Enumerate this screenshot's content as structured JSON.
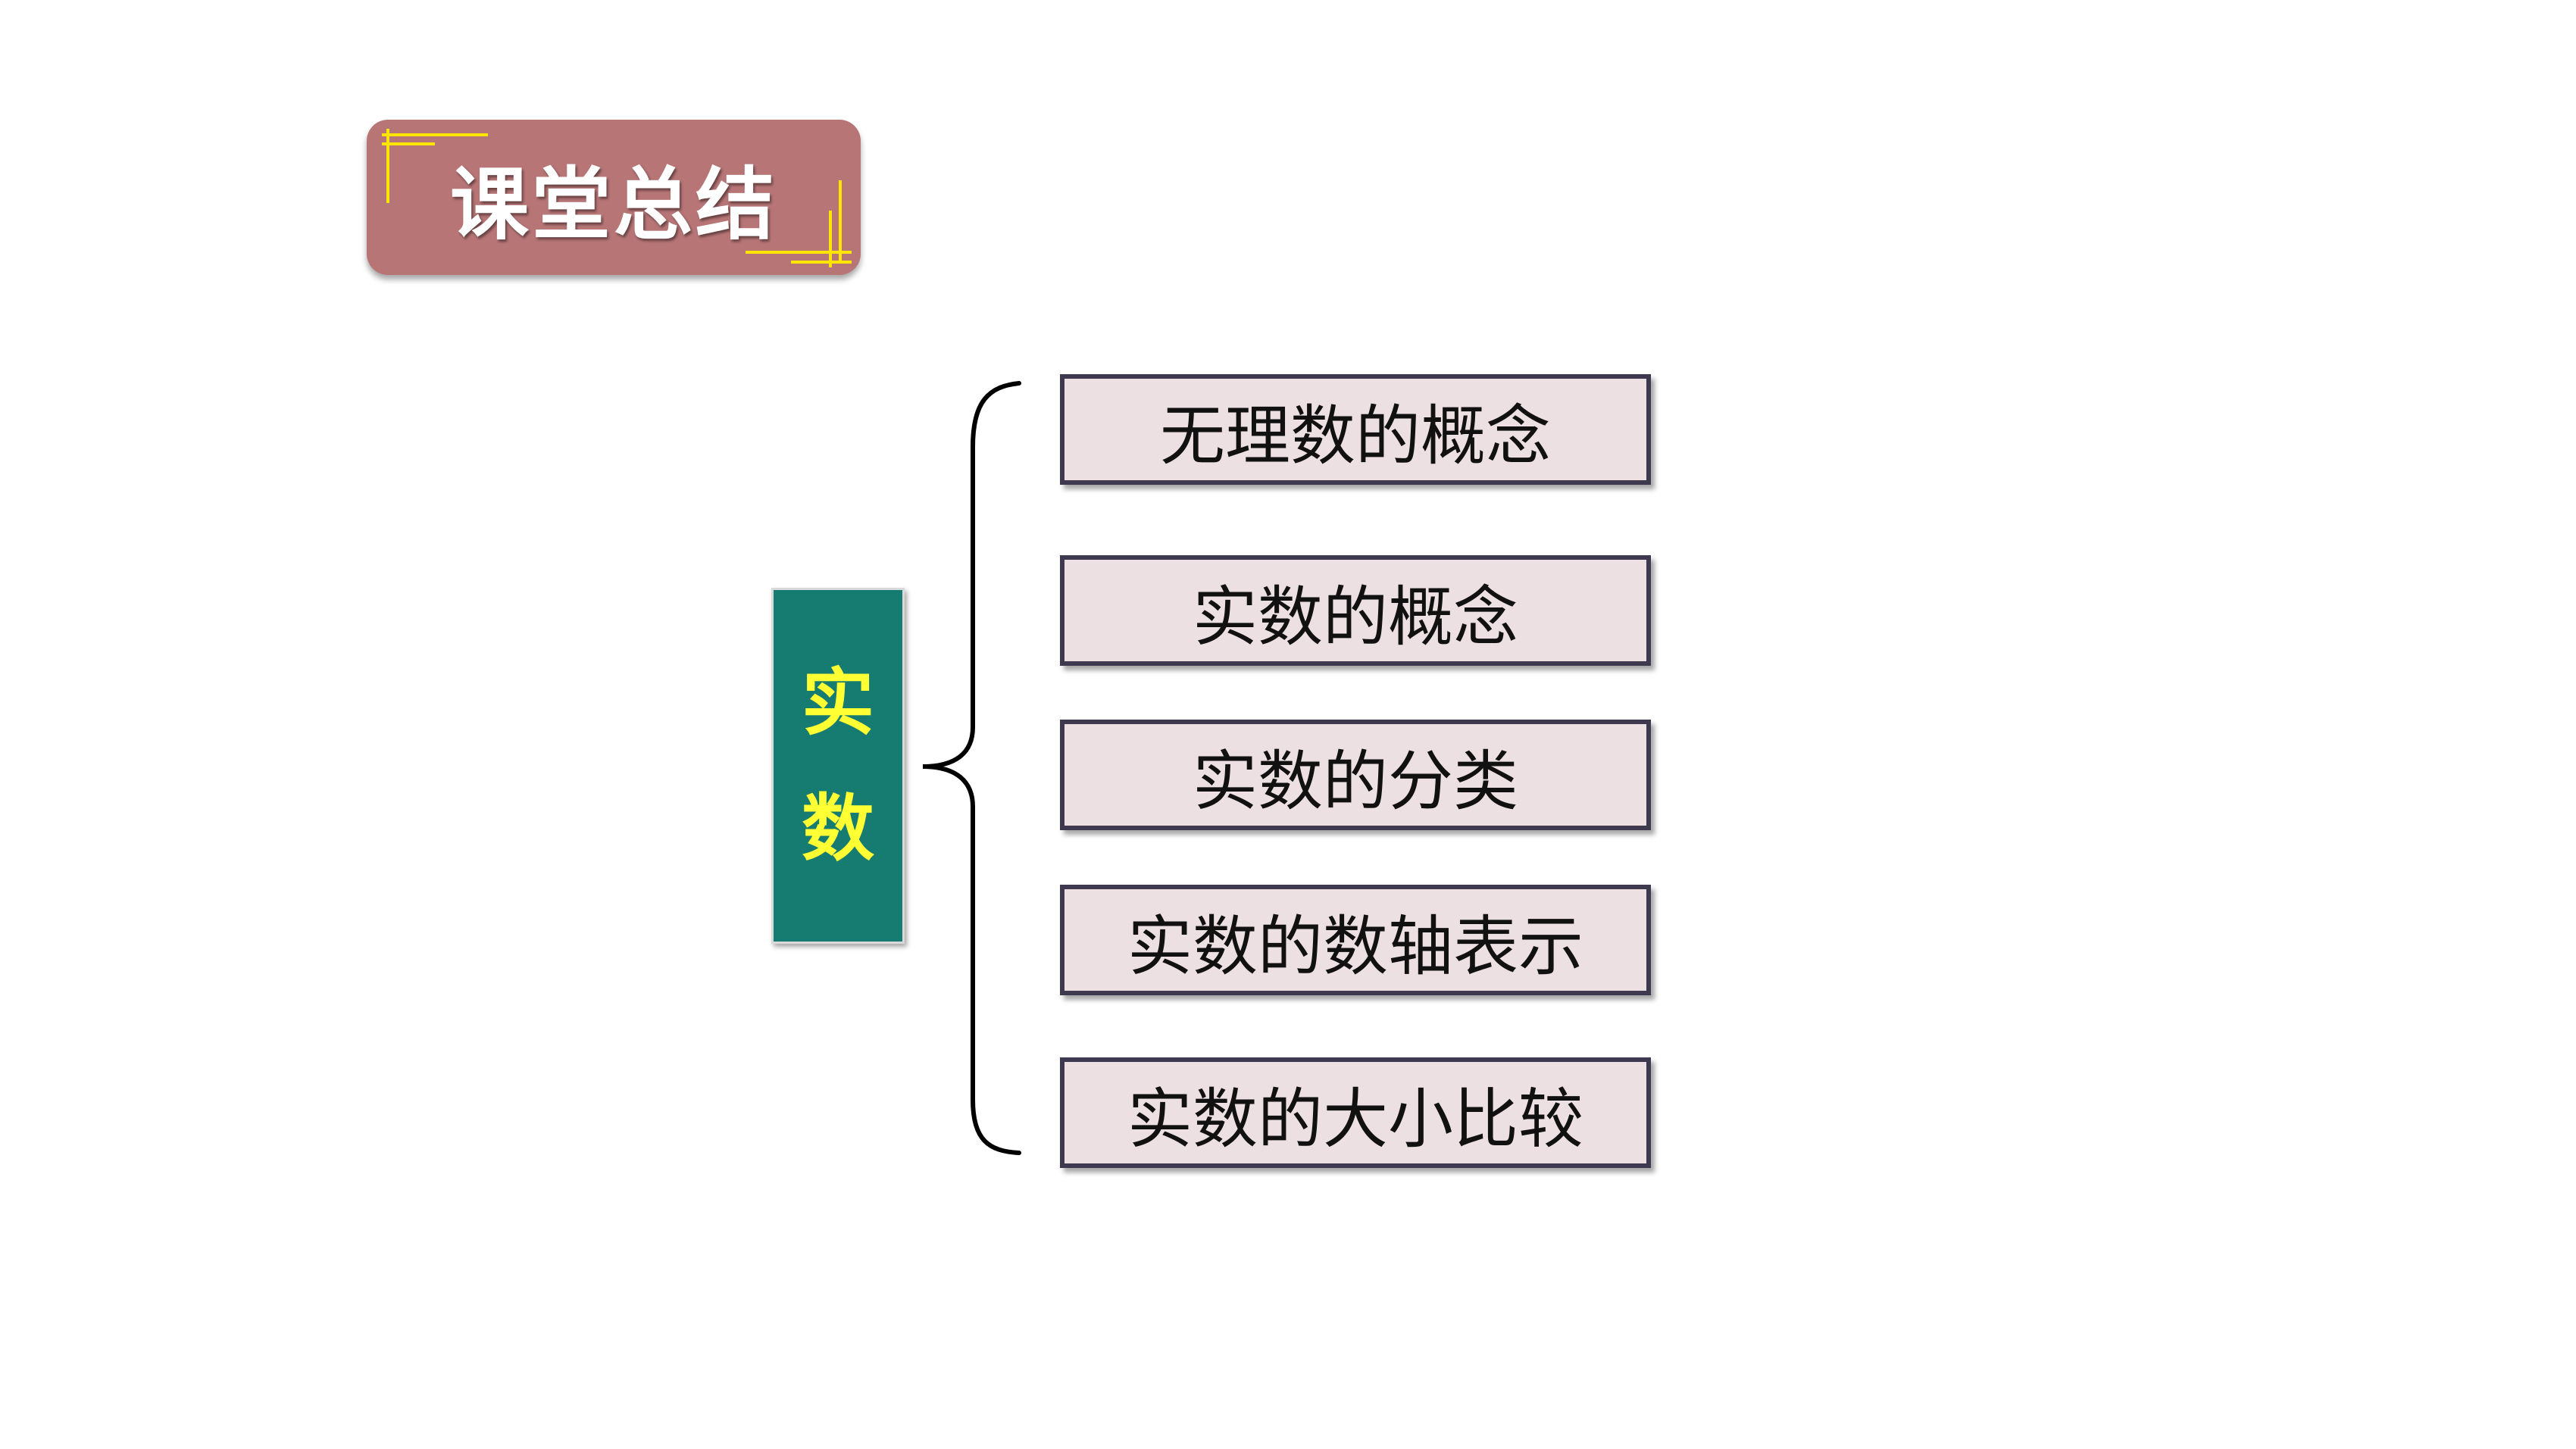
{
  "title": "课堂总结",
  "root": {
    "chars": [
      "实",
      "数"
    ]
  },
  "branches": [
    "无理数的概念",
    "实数的概念",
    "实数的分类",
    "实数的数轴表示",
    "实数的大小比较"
  ],
  "colors": {
    "title_bg": "#b77576",
    "title_deco": "#ffe600",
    "root_bg": "#167c71",
    "root_text": "#ffff33",
    "node_bg": "#ede0e3",
    "node_border": "#3f3950"
  }
}
